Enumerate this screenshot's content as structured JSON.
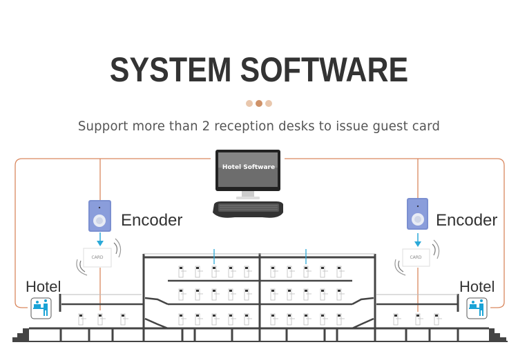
{
  "header": {
    "title": "SYSTEM SOFTWARE",
    "subtitle": "Support more than 2 reception desks to issue guest card",
    "dots": [
      {
        "color": "#e9c7ad"
      },
      {
        "color": "#cf9269"
      },
      {
        "color": "#e9c7ad"
      }
    ]
  },
  "computer": {
    "screen_text": "Hotel Software",
    "icon": "desktop-computer-icon"
  },
  "encoders": [
    {
      "label": "Encoder",
      "card_text": "CARD",
      "side": "left"
    },
    {
      "label": "Encoder",
      "card_text": "CARD",
      "side": "right"
    }
  ],
  "reception": [
    {
      "label": "Hotel",
      "icon": "reception-desk-icon",
      "side": "left"
    },
    {
      "label": "Hotel",
      "icon": "reception-desk-icon",
      "side": "right"
    }
  ],
  "colors": {
    "connection_line": "#d9875e",
    "data_arrow": "#2ba9d8",
    "building": "#444444",
    "encoder_body": "#7b8fd0",
    "reception_icon": "#1aa3d6"
  }
}
